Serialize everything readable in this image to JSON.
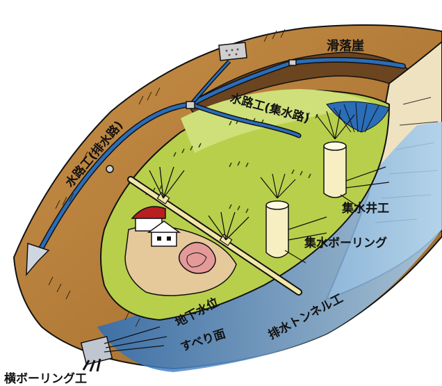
{
  "labels": {
    "scarp": "滑落崖",
    "channel_collect": "水路工(集水路)",
    "channel_drain": "水路工(排水路)",
    "well": "集水井工",
    "boring_collect": "集水ボーリング",
    "tunnel": "排水トンネル工",
    "groundwater": "地下水位",
    "slip_surface": "すべり面",
    "horizontal_boring": "横ボーリング工"
  },
  "colors": {
    "soil_light": "#d9a868",
    "soil_mid": "#b07a35",
    "soil_dark": "#6b4420",
    "grass": "#b8cf4c",
    "grass_light": "#cfe07a",
    "channel_blue": "#2a6db8",
    "water": "#4f8fd0",
    "well_cream": "#f7efc2",
    "outline": "#111111",
    "road": "#e6c99a",
    "pond": "#e59a9a",
    "roof": "#b81f1f",
    "rock": "#efe2c0"
  }
}
